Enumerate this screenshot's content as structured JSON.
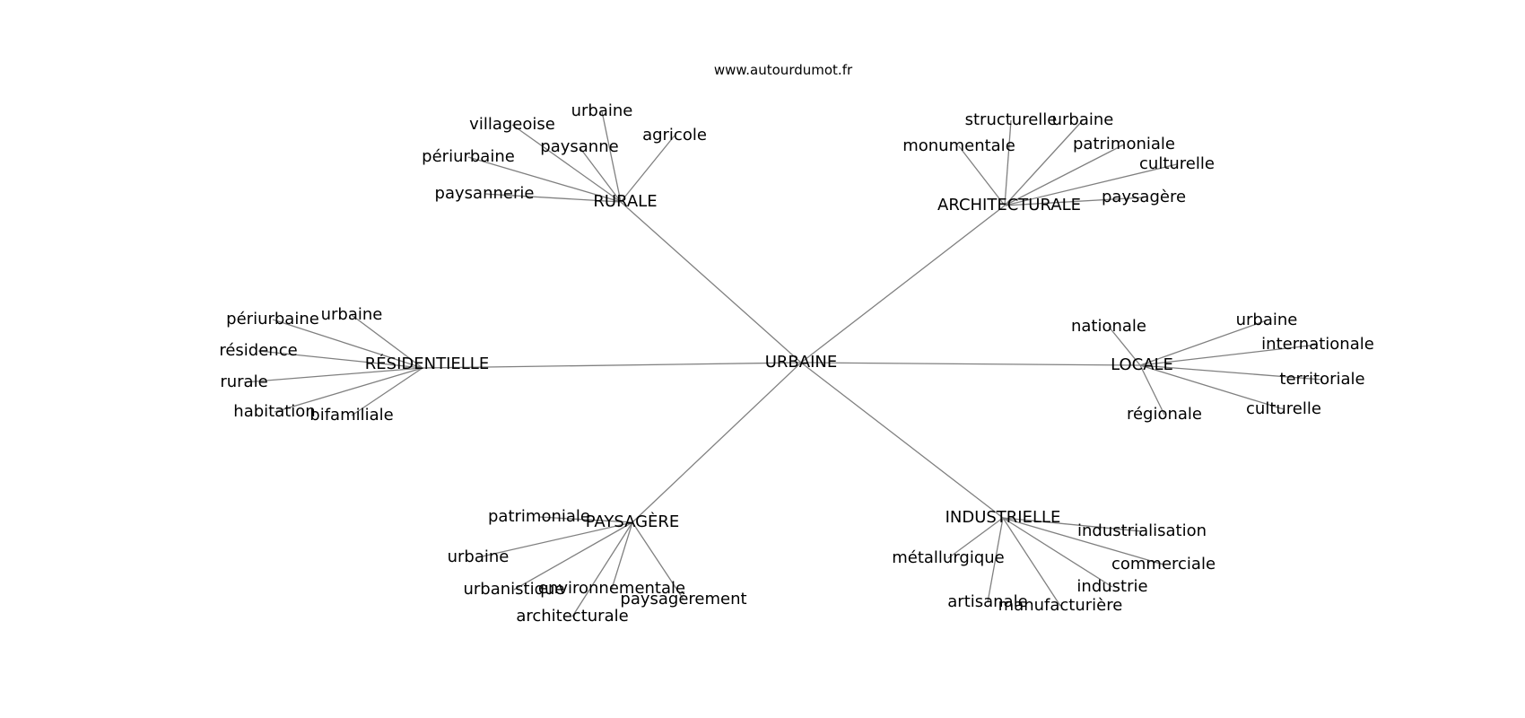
{
  "site": "www.autourdumot.fr",
  "center": "URBAINE",
  "clusters": [
    {
      "hub": "RURALE",
      "leaves": [
        "urbaine",
        "villageoise",
        "agricole",
        "paysanne",
        "périurbaine",
        "paysannerie"
      ]
    },
    {
      "hub": "ARCHITECTURALE",
      "leaves": [
        "structurelle",
        "urbaine",
        "monumentale",
        "patrimoniale",
        "culturelle",
        "paysagère"
      ]
    },
    {
      "hub": "RÉSIDENTIELLE",
      "leaves": [
        "périurbaine",
        "urbaine",
        "résidence",
        "rurale",
        "habitation",
        "bifamiliale"
      ]
    },
    {
      "hub": "LOCALE",
      "leaves": [
        "nationale",
        "urbaine",
        "internationale",
        "territoriale",
        "culturelle",
        "régionale"
      ]
    },
    {
      "hub": "PAYSAGÈRE",
      "leaves": [
        "patrimoniale",
        "urbaine",
        "urbanistique",
        "environnementale",
        "paysagèrement",
        "architecturale"
      ]
    },
    {
      "hub": "INDUSTRIELLE",
      "leaves": [
        "industrialisation",
        "métallurgique",
        "commerciale",
        "industrie",
        "artisanale",
        "manufacturière"
      ]
    }
  ]
}
